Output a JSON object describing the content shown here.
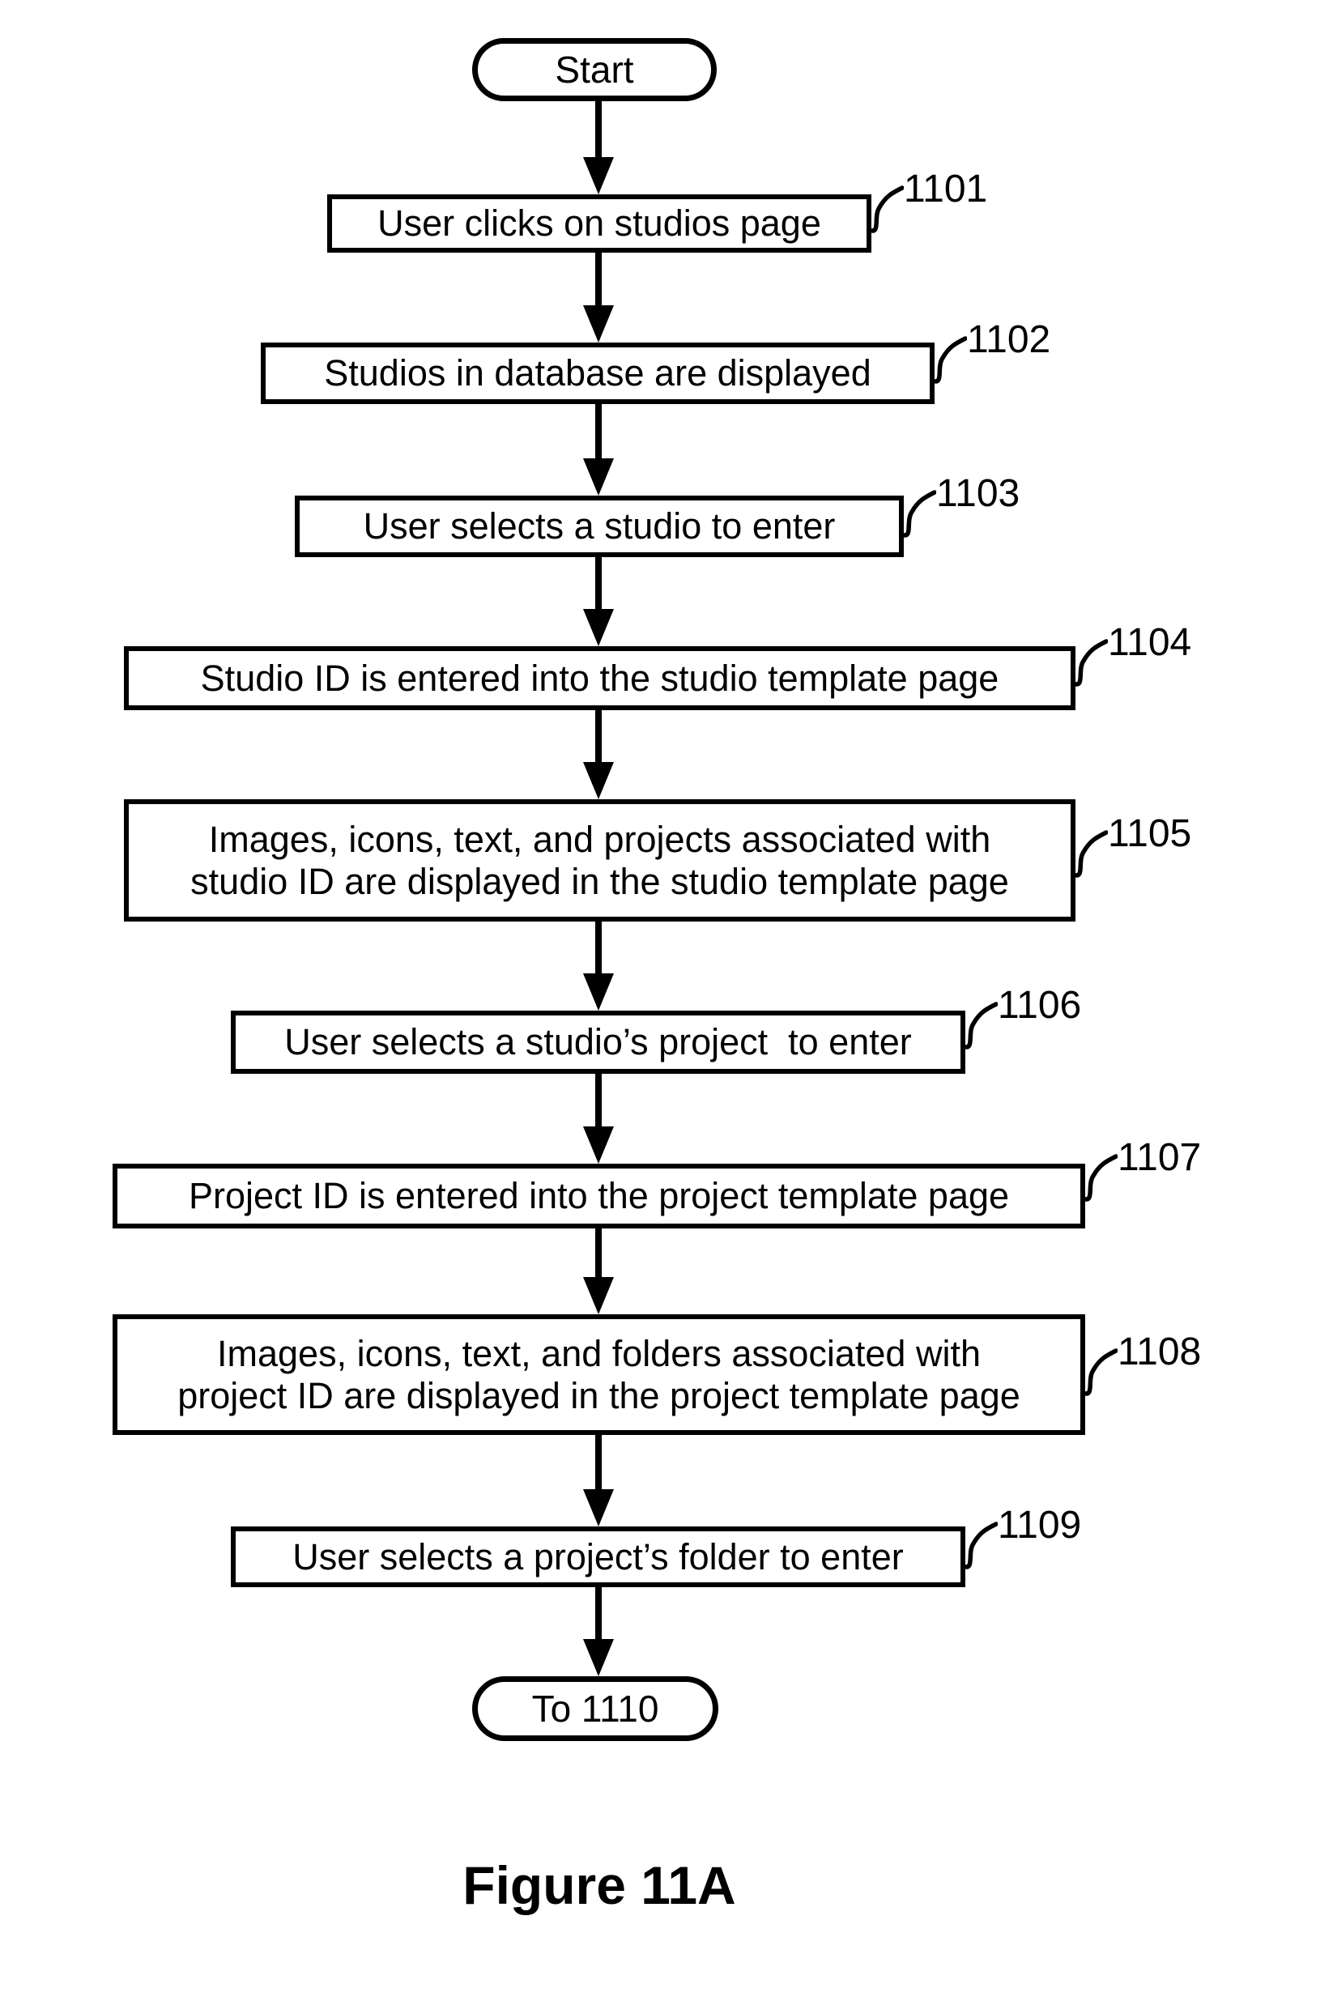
{
  "figure": {
    "caption": "Figure 11A"
  },
  "flowchart": {
    "start": {
      "label": "Start"
    },
    "end": {
      "label": "To 1110"
    },
    "steps": [
      {
        "id": "1101",
        "lines": [
          "User clicks on studios page"
        ]
      },
      {
        "id": "1102",
        "lines": [
          "Studios in database are displayed"
        ]
      },
      {
        "id": "1103",
        "lines": [
          "User selects a studio to enter"
        ]
      },
      {
        "id": "1104",
        "lines": [
          "Studio ID is entered into the studio template page"
        ]
      },
      {
        "id": "1105",
        "lines": [
          "Images, icons, text, and projects associated with",
          "studio ID are displayed in the studio template page"
        ]
      },
      {
        "id": "1106",
        "lines": [
          "User selects a studio’s project  to enter"
        ]
      },
      {
        "id": "1107",
        "lines": [
          "Project ID is entered into the project template page"
        ]
      },
      {
        "id": "1108",
        "lines": [
          "Images, icons, text, and folders associated with",
          "project ID are displayed in the project template page"
        ]
      },
      {
        "id": "1109",
        "lines": [
          "User selects a project’s folder to enter"
        ]
      }
    ],
    "colors": {
      "stroke": "#000000",
      "background": "#ffffff"
    }
  }
}
